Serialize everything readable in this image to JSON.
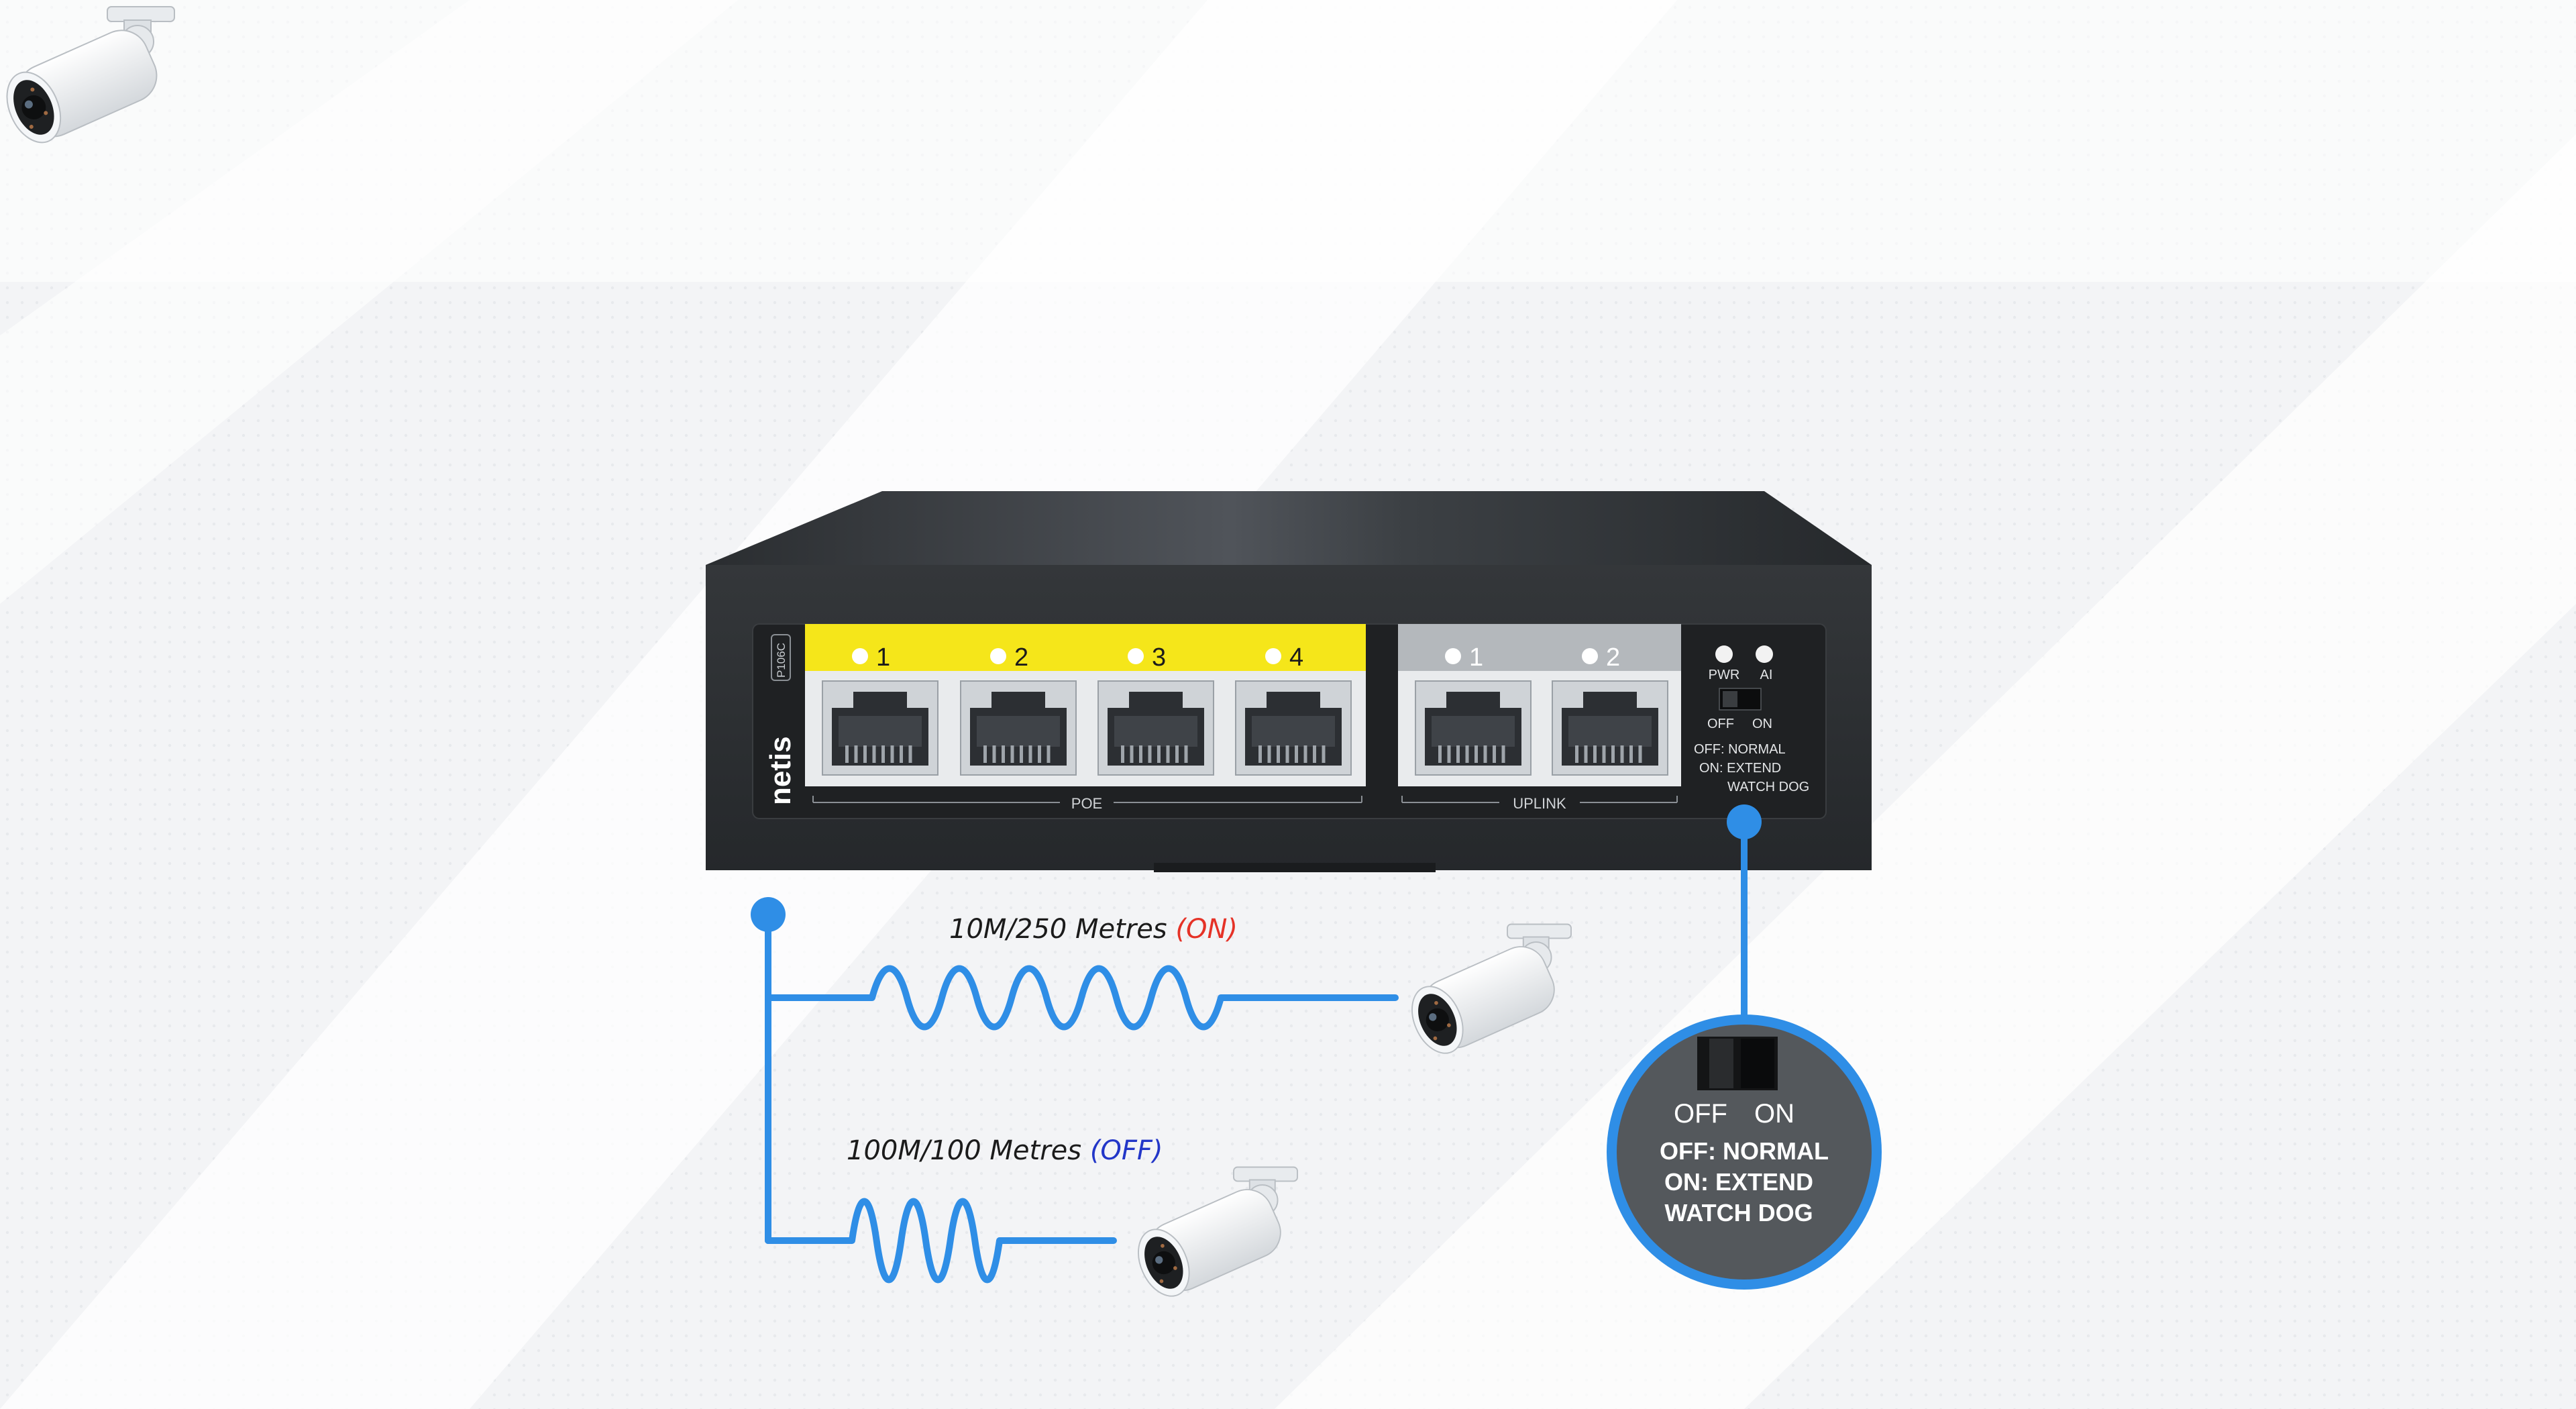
{
  "device": {
    "brand": "netis",
    "model": "P106C",
    "poe_ports": [
      "1",
      "2",
      "3",
      "4"
    ],
    "uplink_ports": [
      "1",
      "2"
    ],
    "poe_group_label": "POE",
    "uplink_group_label": "UPLINK",
    "led_pwr": "PWR",
    "led_ai": "AI",
    "switch_off": "OFF",
    "switch_on": "ON",
    "mode_line1": "OFF: NORMAL",
    "mode_line2": "ON: EXTEND",
    "mode_line3": "WATCH DOG"
  },
  "links": {
    "long_mode": "10M/250 Metres",
    "long_state": "(ON)",
    "short_mode": "100M/100 Metres",
    "short_state": "(OFF)"
  },
  "callout": {
    "off": "OFF",
    "on": "ON",
    "line1": "OFF: NORMAL",
    "line2": "ON: EXTEND",
    "line3": "WATCH DOG"
  },
  "colors": {
    "accent_blue": "#2f8ee6",
    "poe_yellow": "#f5e61a",
    "state_on_red": "#e53227",
    "state_off_blue": "#2236c8",
    "device_body": "#2b2e31"
  }
}
